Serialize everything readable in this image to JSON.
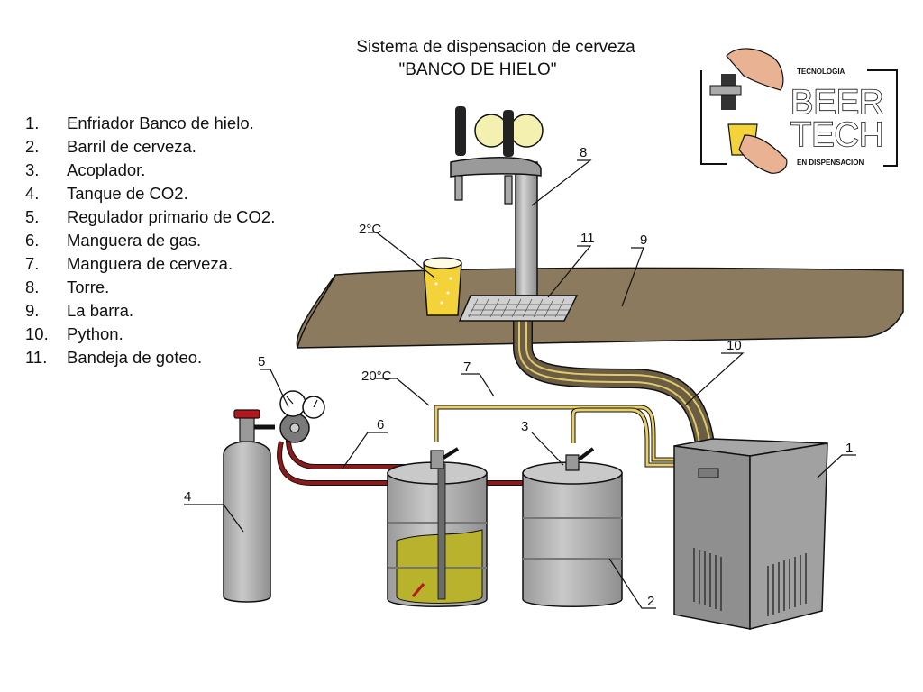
{
  "title": {
    "line1": "Sistema de dispensacion de cerveza",
    "line2": "\"BANCO DE HIELO\""
  },
  "legend": [
    {
      "num": "1.",
      "text": "Enfriador Banco de hielo."
    },
    {
      "num": "2.",
      "text": "Barril de cerveza."
    },
    {
      "num": "3.",
      "text": "Acoplador."
    },
    {
      "num": "4.",
      "text": "Tanque de CO2."
    },
    {
      "num": "5.",
      "text": "Regulador primario de CO2."
    },
    {
      "num": "6.",
      "text": "Manguera de gas."
    },
    {
      "num": "7.",
      "text": "Manguera de cerveza."
    },
    {
      "num": "8.",
      "text": "Torre."
    },
    {
      "num": "9.",
      "text": "La barra."
    },
    {
      "num": "10.",
      "text": "Python."
    },
    {
      "num": "11.",
      "text": "Bandeja de goteo."
    }
  ],
  "temperatures": {
    "glass": "2°C",
    "keg_line": "20°C"
  },
  "callouts": [
    "1",
    "2",
    "3",
    "4",
    "5",
    "6",
    "7",
    "8",
    "9",
    "10",
    "11"
  ],
  "logo": {
    "top": "TECNOLOGIA",
    "line1": "BEER",
    "line2": "TECH",
    "bottom": "EN DISPENSACION"
  },
  "colors": {
    "gas_hose": "#8b1a1a",
    "beer_hose": "#e8cf6a",
    "bar": "#8b7a5d",
    "metal": "#b7b7b7",
    "beer": "#f3d23a"
  }
}
